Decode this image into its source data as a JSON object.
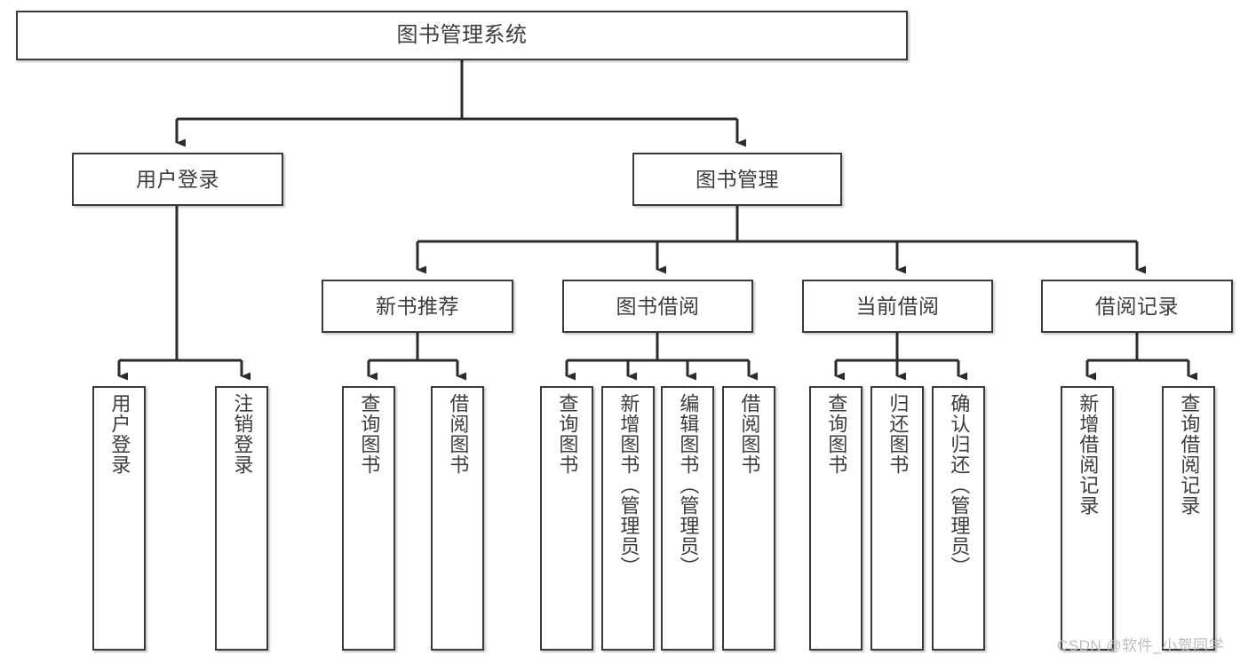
{
  "diagram": {
    "title": "图书管理系统",
    "type": "functional-hierarchy-tree",
    "root": {
      "id": "root",
      "label": "图书管理系统"
    },
    "level1": [
      {
        "id": "user-login",
        "label": "用户登录"
      },
      {
        "id": "book-manage",
        "label": "图书管理"
      }
    ],
    "level2": [
      {
        "id": "new-book-recommend",
        "label": "新书推荐",
        "parent": "book-manage"
      },
      {
        "id": "book-borrow",
        "label": "图书借阅",
        "parent": "book-manage"
      },
      {
        "id": "current-borrow",
        "label": "当前借阅",
        "parent": "book-manage"
      },
      {
        "id": "borrow-record",
        "label": "借阅记录",
        "parent": "book-manage"
      }
    ],
    "leaves": [
      {
        "id": "leaf-user-login",
        "label": "用户登录",
        "parent": "user-login"
      },
      {
        "id": "leaf-logout-login",
        "label": "注销登录",
        "parent": "user-login"
      },
      {
        "id": "leaf-query-book-1",
        "label": "查询图书",
        "parent": "new-book-recommend"
      },
      {
        "id": "leaf-borrow-book-1",
        "label": "借阅图书",
        "parent": "new-book-recommend"
      },
      {
        "id": "leaf-query-book-2",
        "label": "查询图书",
        "parent": "book-borrow"
      },
      {
        "id": "leaf-add-book",
        "label": "新增图书（管理员）",
        "parent": "book-borrow"
      },
      {
        "id": "leaf-edit-book",
        "label": "编辑图书（管理员）",
        "parent": "book-borrow"
      },
      {
        "id": "leaf-borrow-book-2",
        "label": "借阅图书",
        "parent": "book-borrow"
      },
      {
        "id": "leaf-query-book-3",
        "label": "查询图书",
        "parent": "current-borrow"
      },
      {
        "id": "leaf-return-book",
        "label": "归还图书",
        "parent": "current-borrow"
      },
      {
        "id": "leaf-confirm-return",
        "label": "确认归还（管理员）",
        "parent": "current-borrow"
      },
      {
        "id": "leaf-add-record",
        "label": "新增借阅记录",
        "parent": "borrow-record"
      },
      {
        "id": "leaf-query-record",
        "label": "查询借阅记录",
        "parent": "borrow-record"
      }
    ],
    "watermark": "CSDN @软件_小贺同学",
    "colors": {
      "border": "#3a3a3a",
      "text": "#3d3d3d",
      "background": "#ffffff",
      "connector": "#2b2b2b",
      "watermark": "#bdbdbd"
    }
  }
}
